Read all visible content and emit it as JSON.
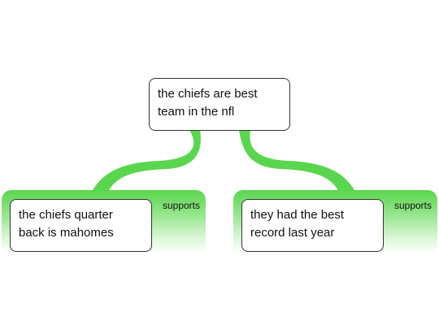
{
  "claim": {
    "text": "the chiefs are best\nteam in the nfl"
  },
  "premises": [
    {
      "relation": "supports",
      "text": "the chiefs quarter\nback is mahomes"
    },
    {
      "relation": "supports",
      "text": "they had the best\nrecord last year"
    }
  ],
  "colors": {
    "support_green": "#5ad64e",
    "node_border": "#333333"
  }
}
